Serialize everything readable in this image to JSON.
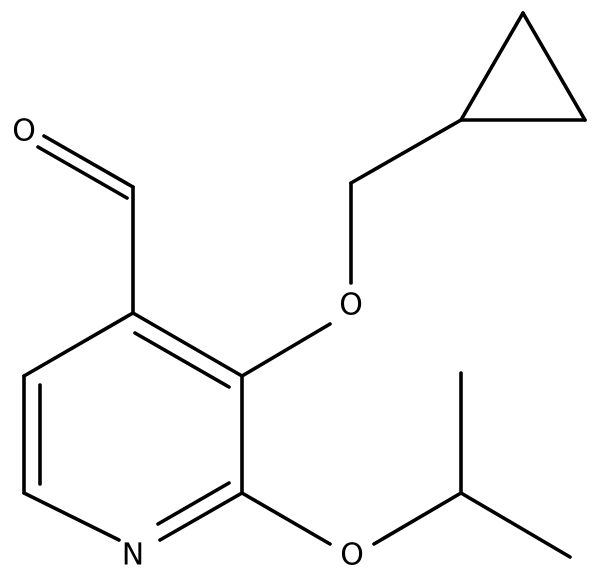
{
  "diagram": {
    "type": "skeletal-structure",
    "atoms": {
      "aldehyde_oxygen": "O",
      "ether_oxygen_upper": "O",
      "ether_oxygen_lower": "O",
      "ring_nitrogen": "N"
    },
    "colors": {
      "bonds": "#000000",
      "labels": "#000000",
      "background": "#ffffff"
    }
  }
}
